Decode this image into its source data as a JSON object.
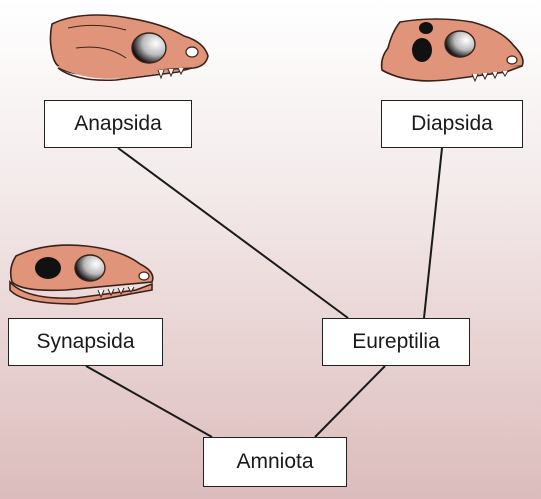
{
  "diagram": {
    "nodes": {
      "anapsida": "Anapsida",
      "diapsida": "Diapsida",
      "synapsida": "Synapsida",
      "eureptilia": "Eureptilia",
      "amniota": "Amniota"
    },
    "edges": [
      [
        "Anapsida",
        "Eureptilia"
      ],
      [
        "Diapsida",
        "Eureptilia"
      ],
      [
        "Synapsida",
        "Amniota"
      ],
      [
        "Eureptilia",
        "Amniota"
      ]
    ],
    "skulls": [
      {
        "group": "Anapsida",
        "temporal_openings": 0
      },
      {
        "group": "Diapsida",
        "temporal_openings": 2
      },
      {
        "group": "Synapsida",
        "temporal_openings": 1
      }
    ],
    "colors": {
      "bone": "#e0957a",
      "outline": "#3a2218",
      "opening": "#111111",
      "background_top": "#ffffff",
      "background_bottom": "#dcbcbc"
    }
  }
}
